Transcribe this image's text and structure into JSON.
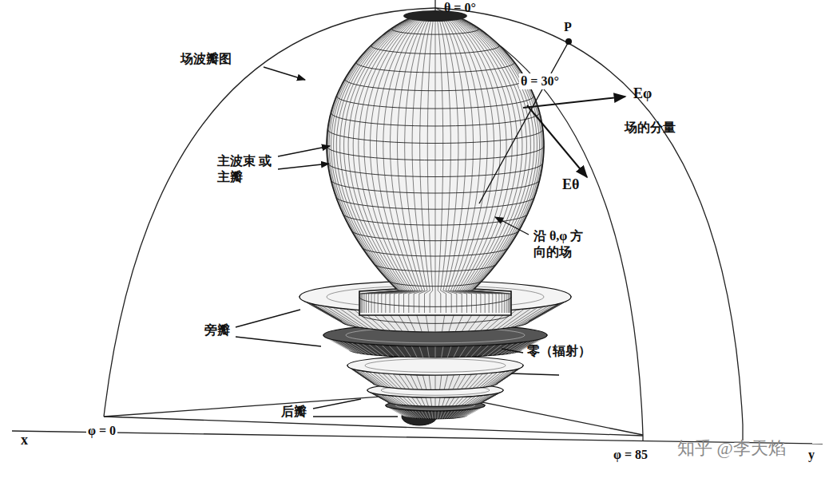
{
  "diagram": {
    "labels": [
      "θ = 0°",
      "P",
      "θ = 30°",
      "Eφ",
      "场的分量",
      "Eθ",
      "场波瓣图",
      "主波束 或主瓣",
      "沿 θ,φ 方向的场",
      "旁瓣",
      "零（辐射）",
      "后瓣",
      "x",
      "φ = 0",
      "φ = 85",
      "y",
      "知乎 @李天焰"
    ]
  }
}
